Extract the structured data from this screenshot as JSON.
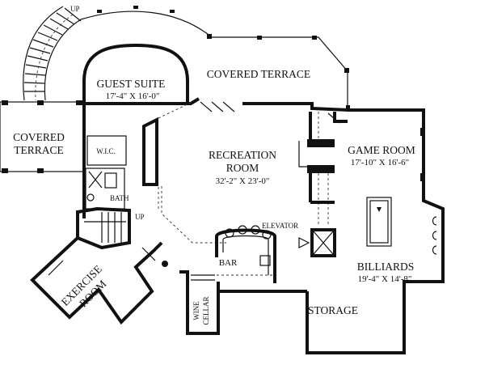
{
  "plan": {
    "rooms": {
      "guest_suite": {
        "name": "GUEST SUITE",
        "dim": "17'-4\" X 16'-0\""
      },
      "covered_terrace_top": {
        "name": "COVERED TERRACE"
      },
      "covered_terrace_left": {
        "line1": "COVERED",
        "line2": "TERRACE"
      },
      "wic": {
        "name": "W.I.C."
      },
      "bath": {
        "name": "BATH"
      },
      "recreation": {
        "line1": "RECREATION",
        "line2": "ROOM",
        "dim": "32'-2\" X 23'-0\""
      },
      "game_room": {
        "name": "GAME ROOM",
        "dim": "17'-10\" X 16'-6\""
      },
      "billiards": {
        "name": "BILLIARDS",
        "dim": "19'-4\" X 14'-8\""
      },
      "elevator": {
        "name": "ELEVATOR"
      },
      "bar": {
        "name": "BAR"
      },
      "exercise": {
        "line1": "EXERCISE",
        "line2": "ROOM"
      },
      "wine_cellar": {
        "line1": "WINE",
        "line2": "CELLAR"
      },
      "storage": {
        "name": "STORAGE"
      }
    },
    "stair_labels": {
      "top": "UP",
      "middle": "UP"
    }
  }
}
